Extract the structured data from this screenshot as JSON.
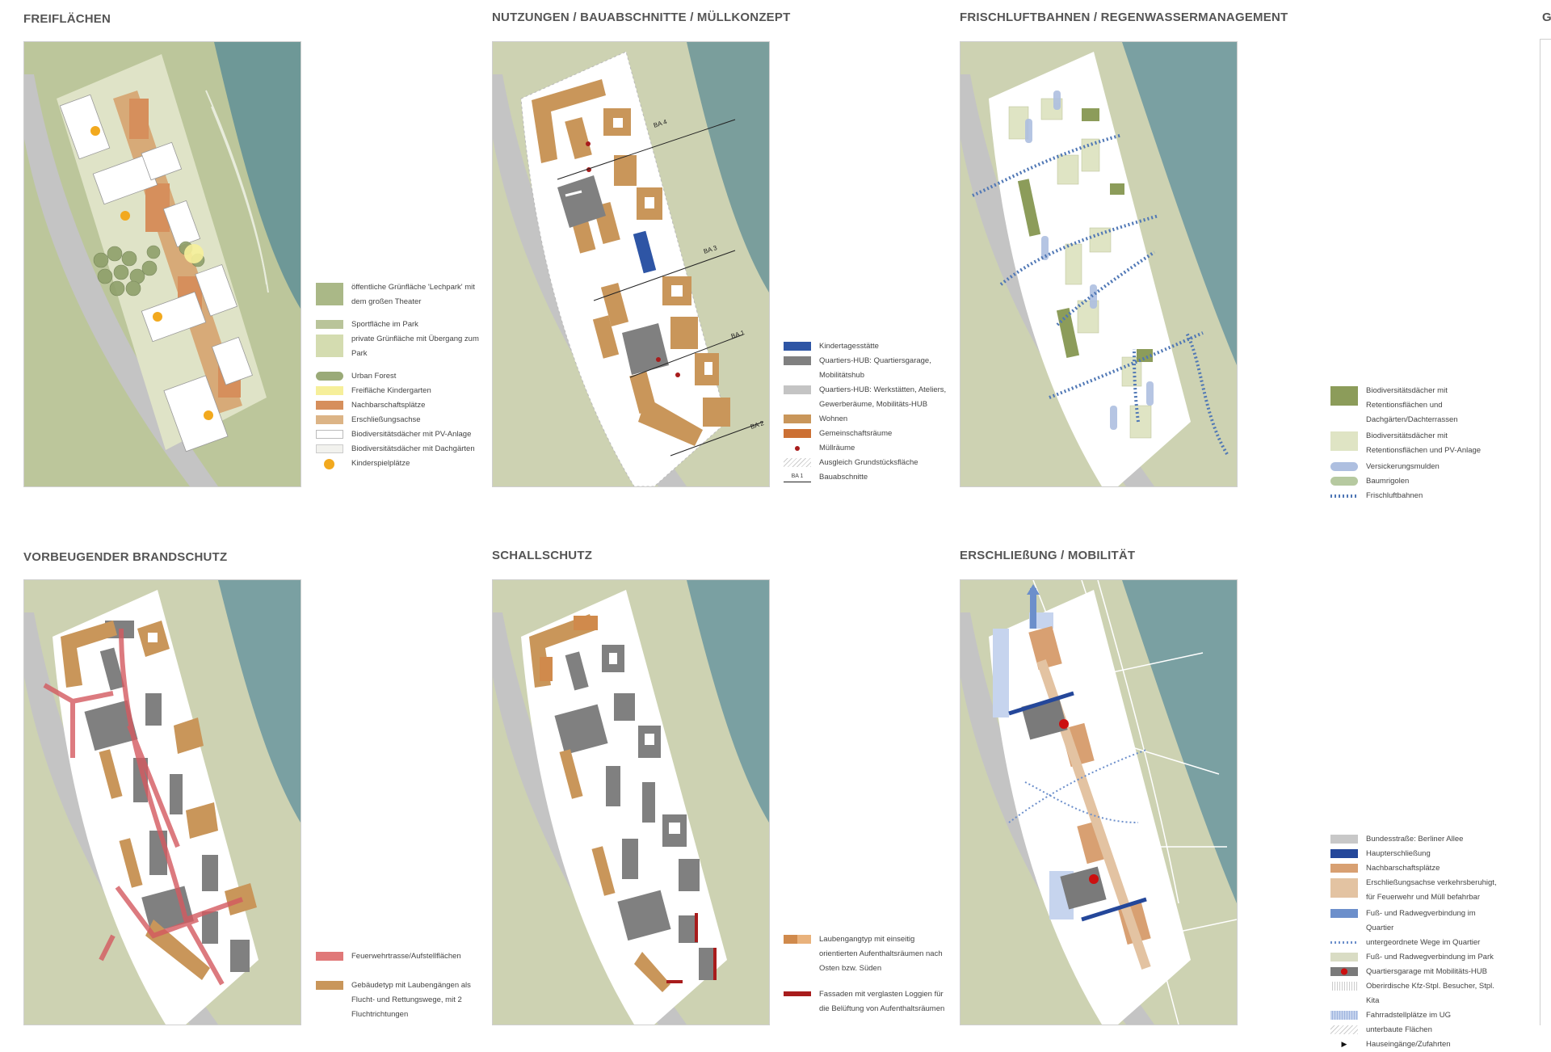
{
  "panels": {
    "p1": {
      "title": "FREIFLÄCHEN"
    },
    "p2": {
      "title": "NUTZUNGEN / BAUABSCHNITTE / MÜLLKONZEPT"
    },
    "p3": {
      "title": "FRISCHLUFTBAHNEN / REGENWASSERMANAGEMENT"
    },
    "p4": {
      "title": "VORBEUGENDER BRANDSCHUTZ"
    },
    "p5": {
      "title": "SCHALLSCHUTZ"
    },
    "p6": {
      "title": "ERSCHLIEßUNG / MOBILITÄT"
    },
    "p7": {
      "title": "G"
    }
  },
  "ba_labels": [
    "BA 4",
    "BA 3",
    "BA 1",
    "BA 2"
  ],
  "legends": {
    "freiflaechen": [
      {
        "text": "öffentliche Grünfläche 'Lechpark' mit dem großen Theater",
        "color": "#aab887"
      },
      {
        "text": "Sportfläche im Park",
        "color": "#b9c49a"
      },
      {
        "text": "private Grünfläche mit Übergang zum Park",
        "color": "#d4dcb0"
      },
      {
        "text": "Urban Forest",
        "color": "#9aaa78"
      },
      {
        "text": "Freifläche Kindergarten",
        "color": "#f6ef9a"
      },
      {
        "text": "Nachbarschaftsplätze",
        "color": "#d68f5c"
      },
      {
        "text": "Erschließungsachse",
        "color": "#dcb486"
      },
      {
        "text": "Biodiversitätsdächer mit PV-Anlage",
        "color": "#ffffff"
      },
      {
        "text": "Biodiversitätsdächer mit Dachgärten",
        "color": "#f2f2ee"
      },
      {
        "text": "Kinderspielplätze",
        "color": "#f2a91e"
      }
    ],
    "nutzungen": [
      {
        "text": "Kindertagesstätte",
        "color": "#2e55a5"
      },
      {
        "text": "Quartiers-HUB: Quartiersgarage, Mobilitätshub",
        "color": "#808080"
      },
      {
        "text": "Quartiers-HUB: Werkstätten, Ateliers, Gewerberäume, Mobilitäts-HUB",
        "color": "#c4c4c4"
      },
      {
        "text": "Wohnen",
        "color": "#c9965a"
      },
      {
        "text": "Gemeinschaftsräume",
        "color": "#cc7034"
      },
      {
        "text": "Müllräume",
        "color": "#a81c1c"
      },
      {
        "text": "Ausgleich Grundstücksfläche",
        "color": "#e5e5e5"
      },
      {
        "text": "Bauabschnitte",
        "color": "#222222",
        "sym": "BA 1"
      }
    ],
    "frischluft": [
      {
        "text": "Biodiversitätsdächer mit Retentionsflächen und Dachgärten/Dachterrassen",
        "color": "#8c9c5a"
      },
      {
        "text": "Biodiversitätsdächer mit Retentionsflächen und PV-Anlage",
        "color": "#dfe4c4"
      },
      {
        "text": "Versickerungsmulden",
        "color": "#aebfe0"
      },
      {
        "text": "Baumrigolen",
        "color": "#b6c9a0"
      },
      {
        "text": "Frischluftbahnen",
        "color": "#4f77b5"
      }
    ],
    "brandschutz": [
      {
        "text": "Feuerwehrtrasse/Aufstellflächen",
        "color": "#e07878"
      },
      {
        "text": "Gebäudetyp mit Laubengängen als Flucht- und Rettungswege, mit 2 Fluchtrichtungen",
        "color": "#c9965a"
      }
    ],
    "schallschutz": [
      {
        "text": "Laubengangtyp mit einseitig orientierten Aufenthaltsräumen nach Osten bzw. Süden",
        "color": "#d08a4c"
      },
      {
        "text": "Fassaden mit verglasten Loggien für die Belüftung von Aufenthaltsräumen",
        "color": "#a81c1c"
      }
    ],
    "mobilitaet": [
      {
        "text": "Bundesstraße: Berliner Allee",
        "color": "#c8c8c8"
      },
      {
        "text": "Haupterschließung",
        "color": "#24479a"
      },
      {
        "text": "Nachbarschaftsplätze",
        "color": "#d8a072"
      },
      {
        "text": "Erschließungsachse verkehrsberuhigt, für Feuerwehr und Müll befahrbar",
        "color": "#e3c3a2"
      },
      {
        "text": "Fuß- und Radwegverbindung im Quartier",
        "color": "#6c8fcb"
      },
      {
        "text": "untergeordnete Wege im Quartier",
        "color": "#6c8fcb"
      },
      {
        "text": "Fuß- und Radwegverbindung im Park",
        "color": "#d9dcc4"
      },
      {
        "text": "Quartiersgarage mit Mobilitäts-HUB",
        "color": "#7a7a7a"
      },
      {
        "text": "Oberirdische Kfz-Stpl. Besucher, Stpl. Kita",
        "color": "#e4e4e4"
      },
      {
        "text": "Fahrradstellplätze im UG",
        "color": "#c6d4ee"
      },
      {
        "text": "unterbaute Flächen",
        "color": "#eeeeee"
      },
      {
        "text": "Hauseingänge/Zufahrten",
        "color": "#111111"
      }
    ]
  }
}
